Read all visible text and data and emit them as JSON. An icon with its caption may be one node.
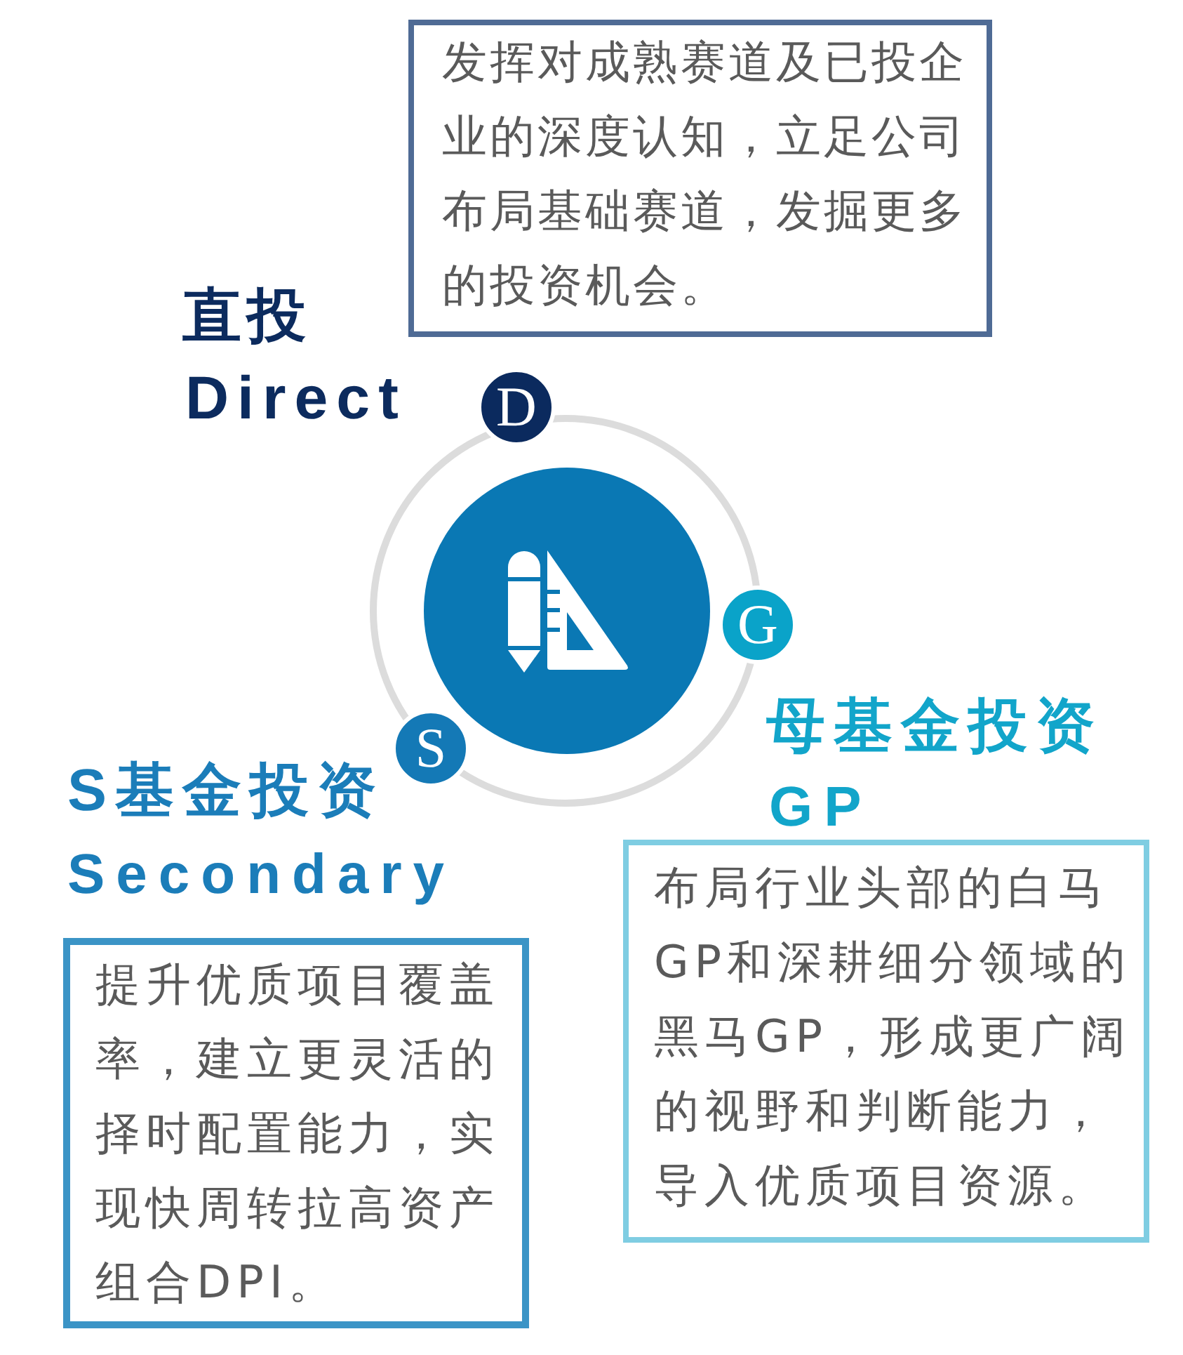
{
  "diagram": {
    "nodes": [
      {
        "text": [
          "发挥对成熟赛道及已投企业的深度认知，立足公司布局基础赛道，发掘更多的投资机会。"
        ]
      },
      {
        "text": [
          "D"
        ]
      },
      {
        "text": [
          "G"
        ]
      },
      {
        "text": [
          "S"
        ]
      },
      {
        "text": [
          "布局行业头部的白马GP和深耕细分领域的黑马GP，形成更广阔的视野和判断能力，导入优质项目资源。"
        ]
      },
      {
        "text": [
          "提升优质项目覆盖率，建立更灵活的择时配置能力，实现快周转拉高资产组合DPI。"
        ]
      }
    ],
    "labels": [
      "直投",
      "Direct",
      "母基金投资",
      "GP",
      "S基金投资",
      "Secondary"
    ]
  }
}
